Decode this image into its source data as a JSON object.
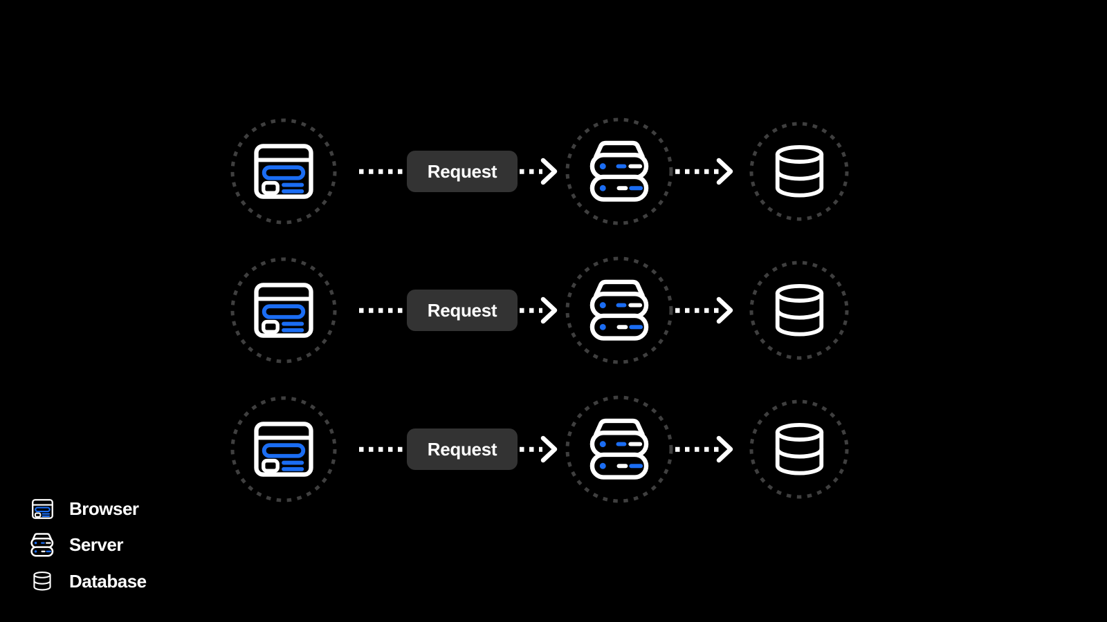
{
  "colors": {
    "background": "#000000",
    "accent_blue": "#1b6df3",
    "ring_gray": "#3f3f3f",
    "button_bg": "#333333",
    "text_white": "#ffffff"
  },
  "flow": {
    "rows": [
      {
        "source_icon": "browser-icon",
        "edge_label": "Request",
        "via_icon": "server-icon",
        "target_icon": "database-icon"
      },
      {
        "source_icon": "browser-icon",
        "edge_label": "Request",
        "via_icon": "server-icon",
        "target_icon": "database-icon"
      },
      {
        "source_icon": "browser-icon",
        "edge_label": "Request",
        "via_icon": "server-icon",
        "target_icon": "database-icon"
      }
    ]
  },
  "legend": {
    "items": [
      {
        "icon": "browser-icon",
        "label": "Browser"
      },
      {
        "icon": "server-icon",
        "label": "Server"
      },
      {
        "icon": "database-icon",
        "label": "Database"
      }
    ]
  }
}
